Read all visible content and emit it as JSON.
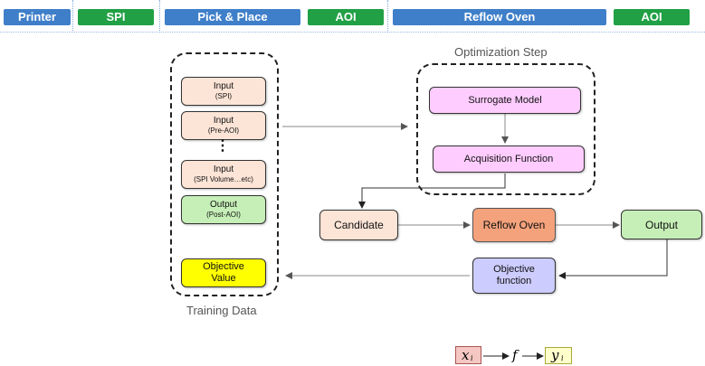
{
  "topbar": {
    "items": [
      {
        "label": "Printer",
        "color": "#3f7fc9"
      },
      {
        "label": "SPI",
        "color": "#21a045"
      },
      {
        "label": "Pick & Place",
        "color": "#3f7fc9"
      },
      {
        "label": "AOI",
        "color": "#21a045"
      },
      {
        "label": "Reflow Oven",
        "color": "#3f7fc9"
      },
      {
        "label": "AOI",
        "color": "#21a045"
      }
    ]
  },
  "training": {
    "label": "Training Data",
    "input_spi": {
      "title": "Input",
      "sub": "(SPI)"
    },
    "input_preaoi": {
      "title": "Input",
      "sub": "(Pre-AOI)"
    },
    "ellipsis": "⋮",
    "input_spivol": {
      "title": "Input",
      "sub": "(SPI Volume…etc)"
    },
    "output_postaoi": {
      "title": "Output",
      "sub": "(Post-AOI)"
    },
    "objective_value": "Objective Value"
  },
  "optimization": {
    "label": "Optimization Step",
    "surrogate": "Surrogate Model",
    "acquisition": "Acquisition Function"
  },
  "flow": {
    "candidate": "Candidate",
    "reflow": "Reflow Oven",
    "output": "Output",
    "objective": "Objective function"
  },
  "formula": {
    "x": "x",
    "x_sub": "i",
    "f": "f",
    "y": "y",
    "y_sub": "i"
  },
  "colors": {
    "peach": "#fce4d6",
    "green": "#c6efb7",
    "yellow": "#ffff00",
    "pink": "#ffccff",
    "orange": "#f4a27c",
    "lavender": "#ccccff"
  }
}
